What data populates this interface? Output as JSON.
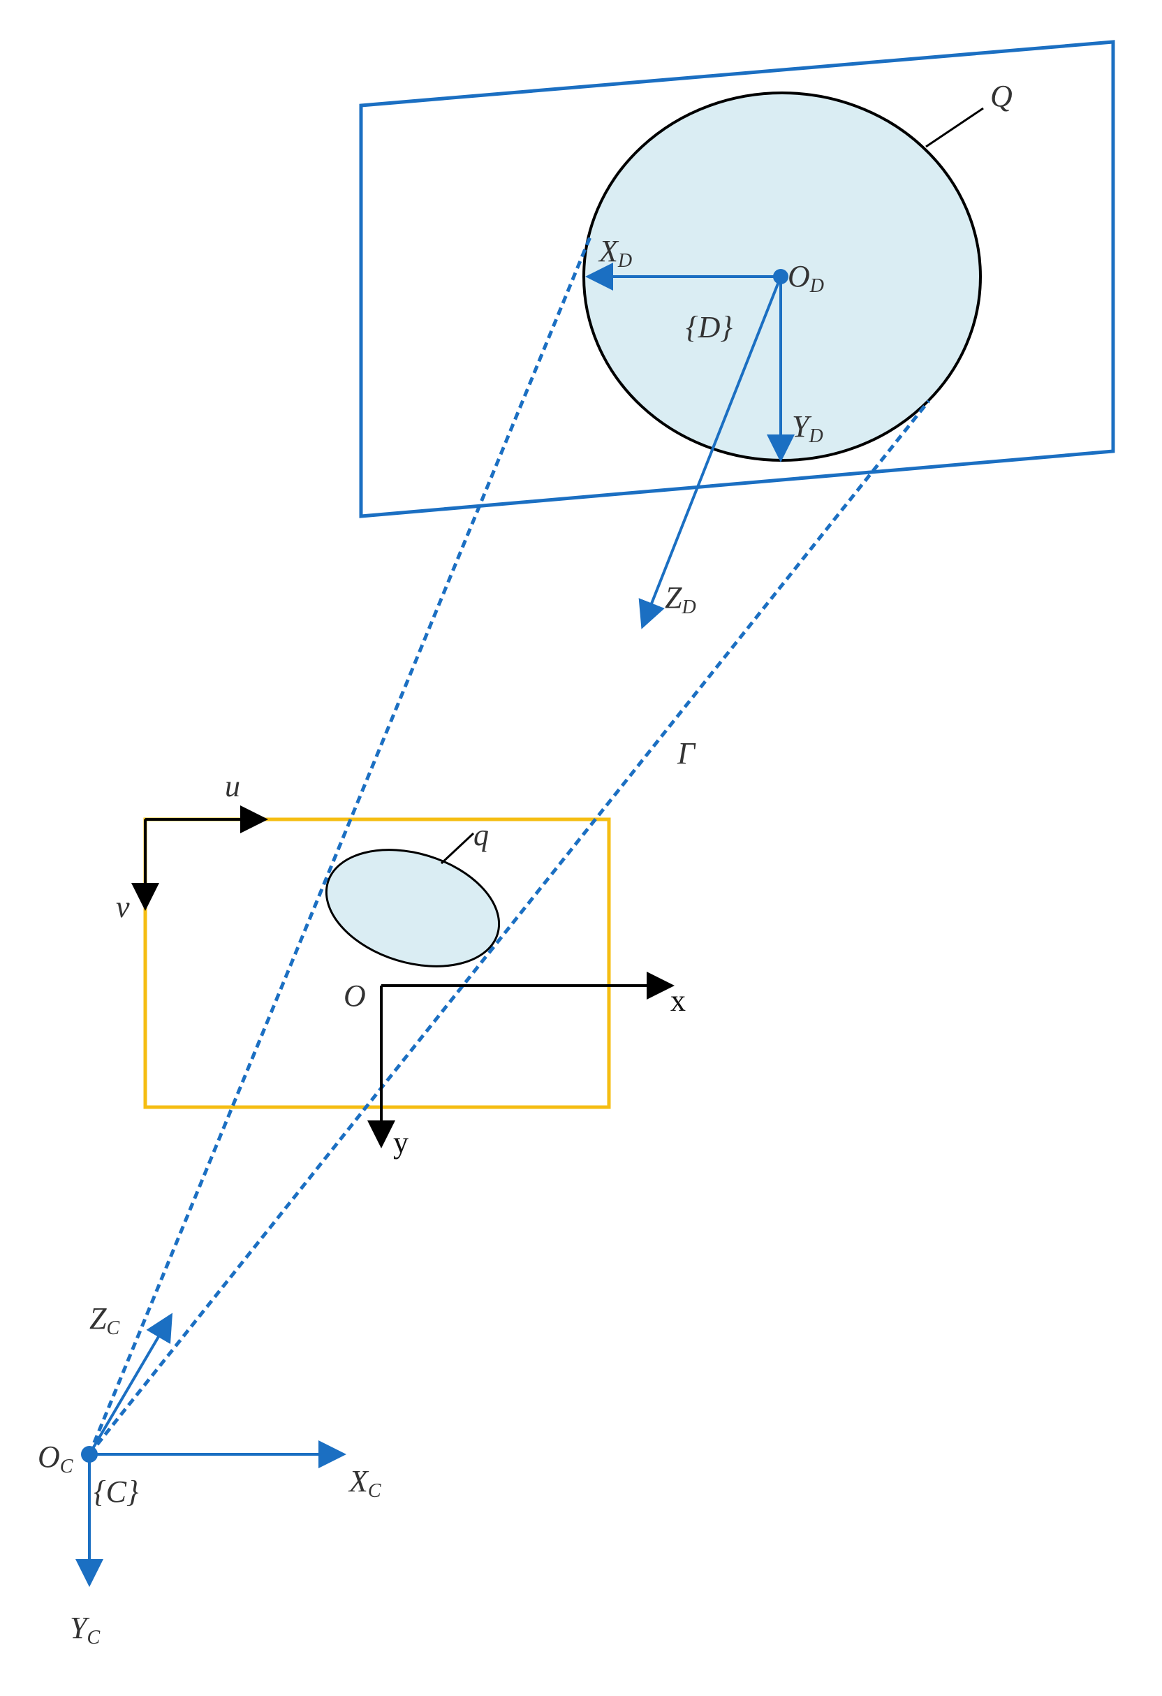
{
  "labels": {
    "Q": "Q",
    "q": "q",
    "gamma": "Γ",
    "D_frame": "{D}",
    "C_frame": "{C}",
    "u": "u",
    "v": "v",
    "O": "O",
    "x": "x",
    "y": "y",
    "O_D_main": "O",
    "O_D_sub": "D",
    "X_D_main": "X",
    "X_D_sub": "D",
    "Y_D_main": "Y",
    "Y_D_sub": "D",
    "Z_D_main": "Z",
    "Z_D_sub": "D",
    "O_C_main": "O",
    "O_C_sub": "C",
    "X_C_main": "X",
    "X_C_sub": "C",
    "Y_C_main": "Y",
    "Y_C_sub": "C",
    "Z_C_main": "Z",
    "Z_C_sub": "C"
  },
  "colors": {
    "blue": "#1b6fc2",
    "plane_border": "#1b6fc2",
    "image_border": "#f5bd12",
    "ellipse_fill": "#daedf3",
    "black": "#000000"
  }
}
